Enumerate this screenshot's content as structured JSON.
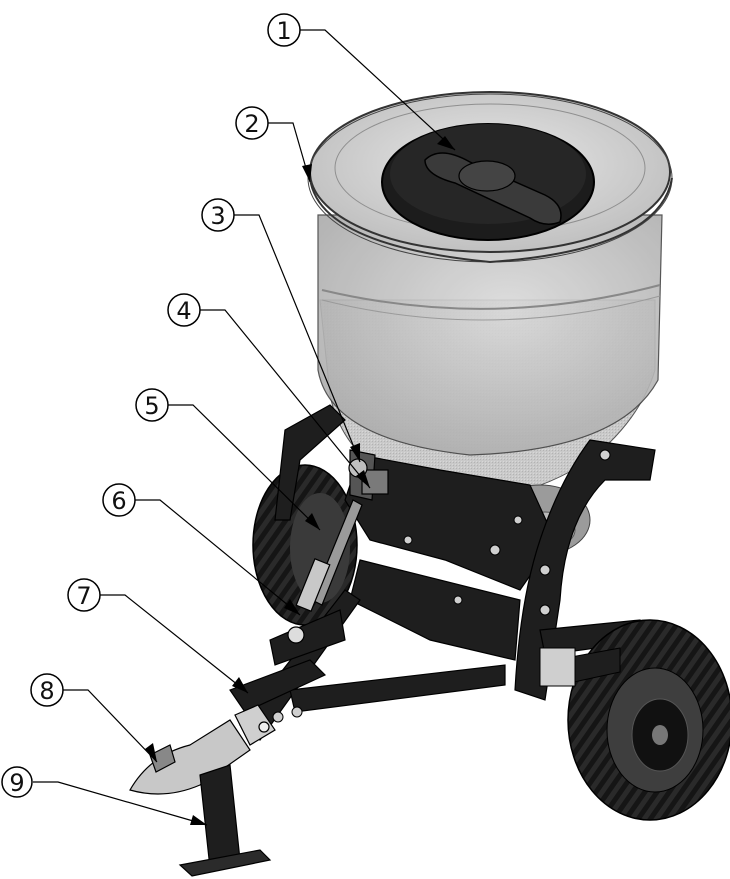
{
  "figure": {
    "callouts": [
      {
        "number": "1"
      },
      {
        "number": "2"
      },
      {
        "number": "3"
      },
      {
        "number": "4"
      },
      {
        "number": "5"
      },
      {
        "number": "6"
      },
      {
        "number": "7"
      },
      {
        "number": "8"
      },
      {
        "number": "9"
      }
    ]
  }
}
